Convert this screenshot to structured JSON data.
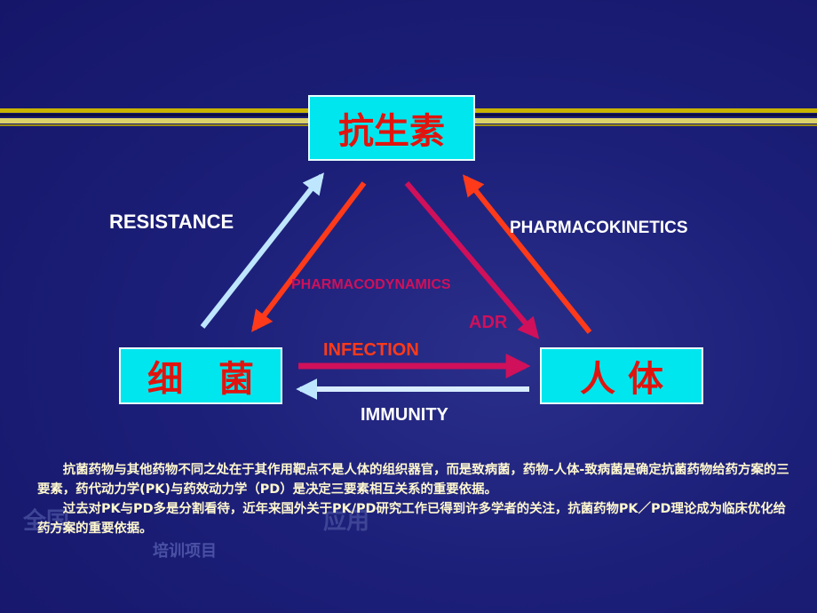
{
  "diagram": {
    "nodes": {
      "top": "抗生素",
      "left": "细　菌",
      "right": "人 体"
    },
    "labels": {
      "resistance": "RESISTANCE",
      "pharmacokinetics": "PHARMACOKINETICS",
      "pharmacodynamics": "PHARMACODYNAMICS",
      "adr": "ADR",
      "infection": "INFECTION",
      "immunity": "IMMUNITY"
    }
  },
  "body": {
    "paragraph1": "抗菌药物与其他药物不同之处在于其作用靶点不是人体的组织器官，而是致病菌，药物-人体-致病菌是确定抗菌药物给药方案的三要素，药代动力学(PK)与药效动力学（PD）是决定三要素相互关系的重要依据。",
    "paragraph2": "过去对PK与PD多是分割看待，近年来国外关于PK/PD研究工作已得到许多学者的关注，抗菌药物PK／PD理论成为临床优化给药方案的重要依据。"
  },
  "footer": {
    "watermark_left": "全国",
    "watermark_right": "应用",
    "watermark_bottom": "培训项目"
  },
  "colors": {
    "background": "#1c1f78",
    "box_fill": "#00e6ee",
    "box_text": "#e0140e",
    "stripe_gold": "#c8b400",
    "arrow_light_blue": "#bfe6ff",
    "arrow_orange_red": "#ff3a1a",
    "arrow_magenta": "#d0105a",
    "label_white": "#ffffff",
    "label_magenta": "#d0105a",
    "label_orange_red": "#ff3a1a",
    "body_text": "#fff8cf"
  }
}
